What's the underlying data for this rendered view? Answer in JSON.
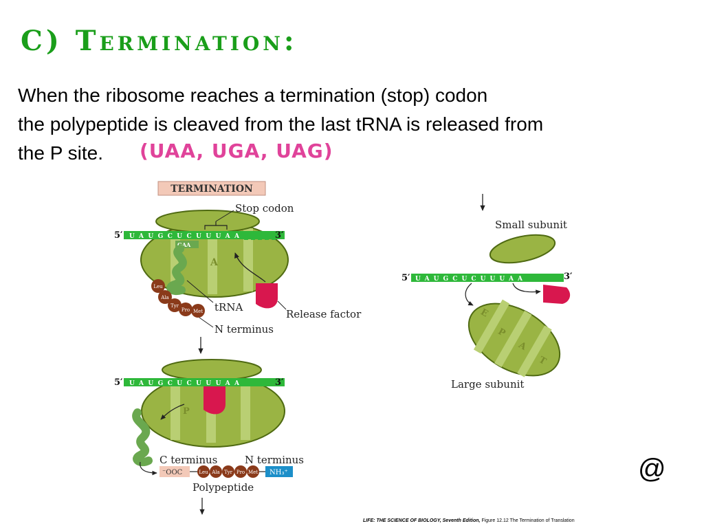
{
  "slide": {
    "title": "C) Termination:",
    "body_line1": "When the ribosome reaches a termination (stop) codon",
    "body_line2": "the polypeptide is cleaved from the last tRNA is released from",
    "body_line3": "the P site.",
    "codons": "(UAA, UGA, UAG)",
    "at_sign": "@"
  },
  "figure": {
    "header": "TERMINATION",
    "stop_codon": "Stop codon",
    "five_prime": "5′",
    "three_prime": "3′",
    "mrna_seq": "UAUGCUCUUUAA",
    "anticodon": "GAA",
    "site_a": "A",
    "site_p": "P",
    "sites_large": [
      "E",
      "P",
      "A",
      "T"
    ],
    "trna": "tRNA",
    "release_factor": "Release factor",
    "n_terminus": "N terminus",
    "c_terminus": "C terminus",
    "amino_acids": [
      "Leu",
      "Ala",
      "Tyr",
      "Pro",
      "Met"
    ],
    "cooh": "⁻OOC",
    "nh3": "NH₃⁺",
    "polypeptide": "Polypeptide",
    "small_subunit": "Small subunit",
    "large_subunit": "Large subunit"
  },
  "credit": {
    "source": "LIFE: THE SCIENCE OF BIOLOGY, Seventh Edition,",
    "figure_ref": "Figure 12.12 The Termination of Translation"
  },
  "colors": {
    "title_green": "#1a9e1a",
    "codon_pink": "#e0439a",
    "ribosome": "#9ab444",
    "mrna": "#2eb83a",
    "release_factor": "#d8174e",
    "amino_acid": "#8a3a1a"
  }
}
